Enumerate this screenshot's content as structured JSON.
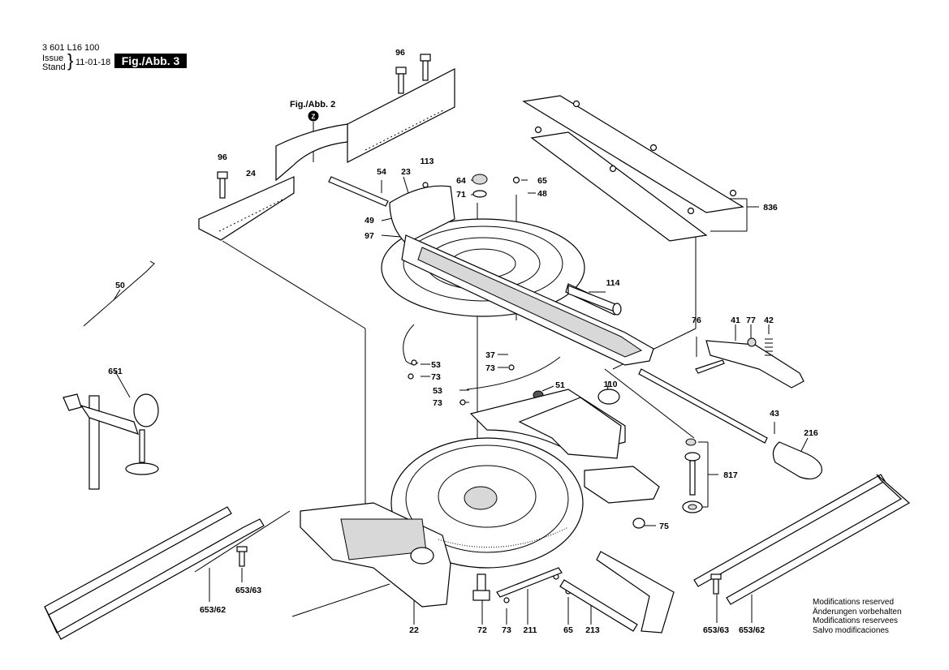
{
  "header": {
    "part_number": "3 601 L16 100",
    "issue_en": "Issue",
    "issue_de": "Stand",
    "date": "11-01-18",
    "figure": "Fig./Abb. 3"
  },
  "reference": {
    "figure": "Fig./Abb. 2",
    "marker": "Z"
  },
  "callouts": [
    "96",
    "96",
    "24",
    "54",
    "23",
    "113",
    "64",
    "65",
    "71",
    "48",
    "836",
    "49",
    "97",
    "50",
    "114",
    "76",
    "41",
    "77",
    "42",
    "37",
    "73",
    "53",
    "73",
    "53",
    "73",
    "51",
    "110",
    "651",
    "43",
    "216",
    "817",
    "75",
    "653/63",
    "653/62",
    "22",
    "72",
    "73",
    "211",
    "65",
    "213",
    "653/63",
    "653/62"
  ],
  "notice": [
    "Modifications reserved",
    "Änderungen vorbehalten",
    "Modifications reservees",
    "Salvo modificaciones"
  ]
}
